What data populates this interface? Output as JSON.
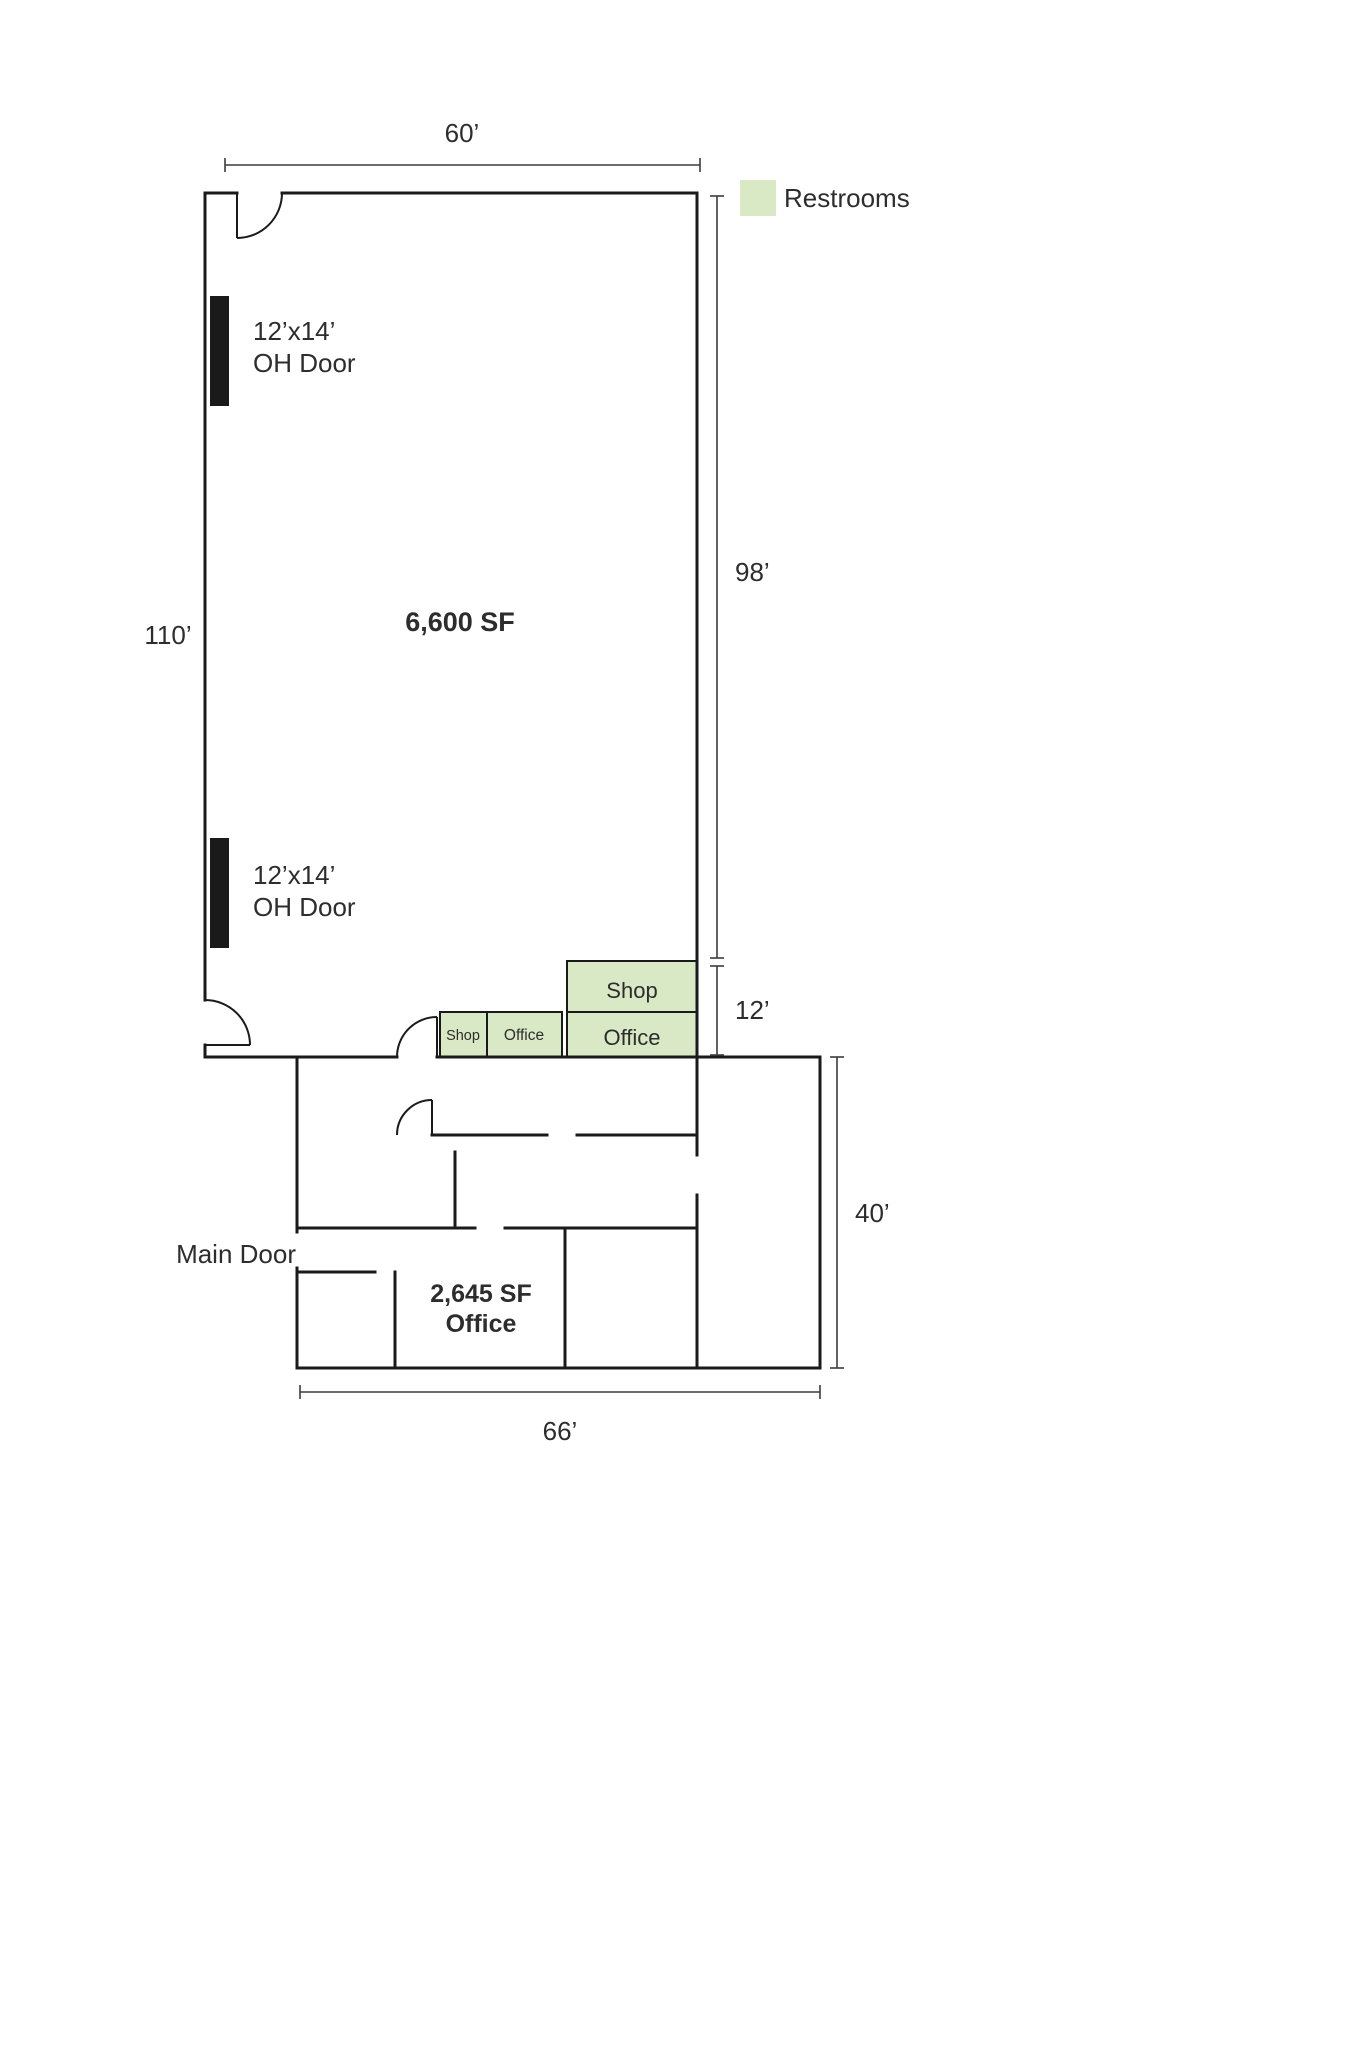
{
  "colors": {
    "wall": "#1a1a1a",
    "restroom_fill": "#d9e8c5",
    "text": "#2d2d2d",
    "dimension": "#3c3c3c",
    "background": "#ffffff"
  },
  "legend": {
    "restrooms_label": "Restrooms"
  },
  "dimensions": {
    "top_width": "60’",
    "left_height": "110’",
    "right_upper_height": "98’",
    "right_lower_height": "12’",
    "annex_right_height": "40’",
    "annex_bottom_width": "66’"
  },
  "shop": {
    "area_label": "6,600 SF",
    "oh_door_upper_line1": "12’x14’",
    "oh_door_upper_line2": "OH Door",
    "oh_door_lower_line1": "12’x14’",
    "oh_door_lower_line2": "OH Door"
  },
  "office": {
    "area_label_line1": "2,645 SF",
    "area_label_line2": "Office",
    "main_door_label": "Main Door"
  },
  "restrooms": {
    "shop_main_label": "Shop",
    "office_main_label": "Office",
    "shop_small_label": "Shop",
    "office_small_label": "Office"
  }
}
